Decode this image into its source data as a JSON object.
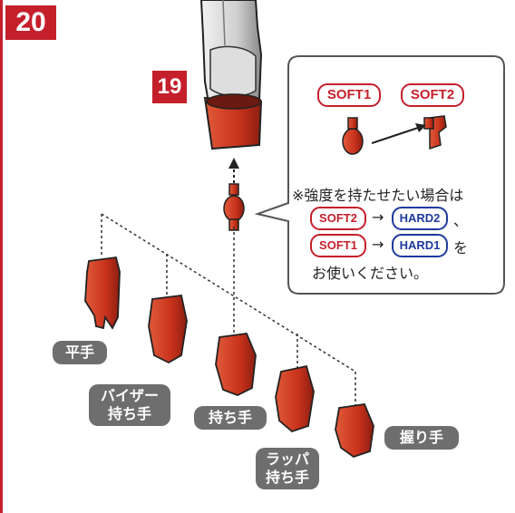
{
  "steps": {
    "main": "20",
    "ref": "19"
  },
  "callout": {
    "top_tags": [
      "SOFT1",
      "SOFT2"
    ],
    "note_line1": "※強度を持たせたい場合は",
    "swap_rows": [
      {
        "from": "SOFT2",
        "to": "HARD2",
        "suffix": "、"
      },
      {
        "from": "SOFT1",
        "to": "HARD1",
        "suffix": "を"
      }
    ],
    "arrow_glyph": "→",
    "note_line4": "お使いください。"
  },
  "hands": [
    {
      "id": "flat",
      "lines": [
        "平手"
      ]
    },
    {
      "id": "visor",
      "lines": [
        "バイザー",
        "持ち手"
      ]
    },
    {
      "id": "holding",
      "lines": [
        "持ち手"
      ]
    },
    {
      "id": "trumpet",
      "lines": [
        "ラッパ",
        "持ち手"
      ]
    },
    {
      "id": "fist",
      "lines": [
        "握り手"
      ]
    }
  ],
  "colors": {
    "step_red": "#c41f2b",
    "part_red": "#c8321c",
    "soft_tag": "#c41f2b",
    "hard_tag": "#1f3a9c",
    "label_gray": "#6e6e6e"
  },
  "icons": [
    "robot-leg-icon",
    "wrist-joint-icon",
    "hand-part-icon",
    "peg-part-icon"
  ]
}
